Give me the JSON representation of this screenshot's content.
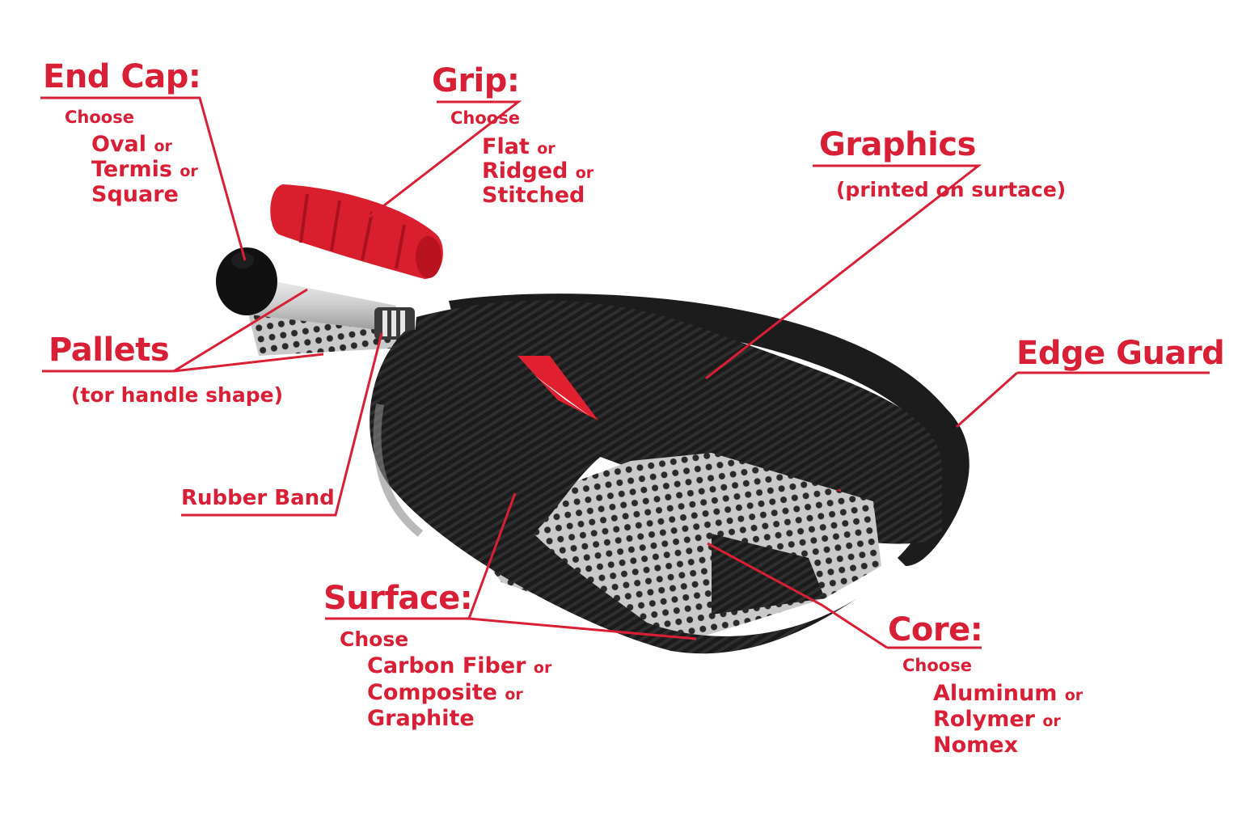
{
  "accent_color": "#d91f35",
  "end_cap": {
    "title": "End Cap:",
    "choose": "Choose",
    "options": [
      "Oval",
      "Termis",
      "Square"
    ]
  },
  "grip": {
    "title": "Grip:",
    "choose": "Choose",
    "options": [
      "Flat",
      "Ridged",
      "Stitched"
    ]
  },
  "graphics": {
    "title": "Graphics",
    "subtitle": "(printed on surtace)"
  },
  "pallets": {
    "title": "Pallets",
    "subtitle": "(tor handle shape)"
  },
  "edge_guard": {
    "title": "Edge Guard"
  },
  "rubber_band": {
    "title": "Rubber Band"
  },
  "surface": {
    "title": "Surface:",
    "choose": "Chose",
    "options": [
      "Carbon Fiber",
      "Composite",
      "Graphite"
    ]
  },
  "core": {
    "title": "Core:",
    "choose": "Choose",
    "options": [
      "Aluminum",
      "Rolymer",
      "Nomex"
    ]
  },
  "or_word": "or"
}
